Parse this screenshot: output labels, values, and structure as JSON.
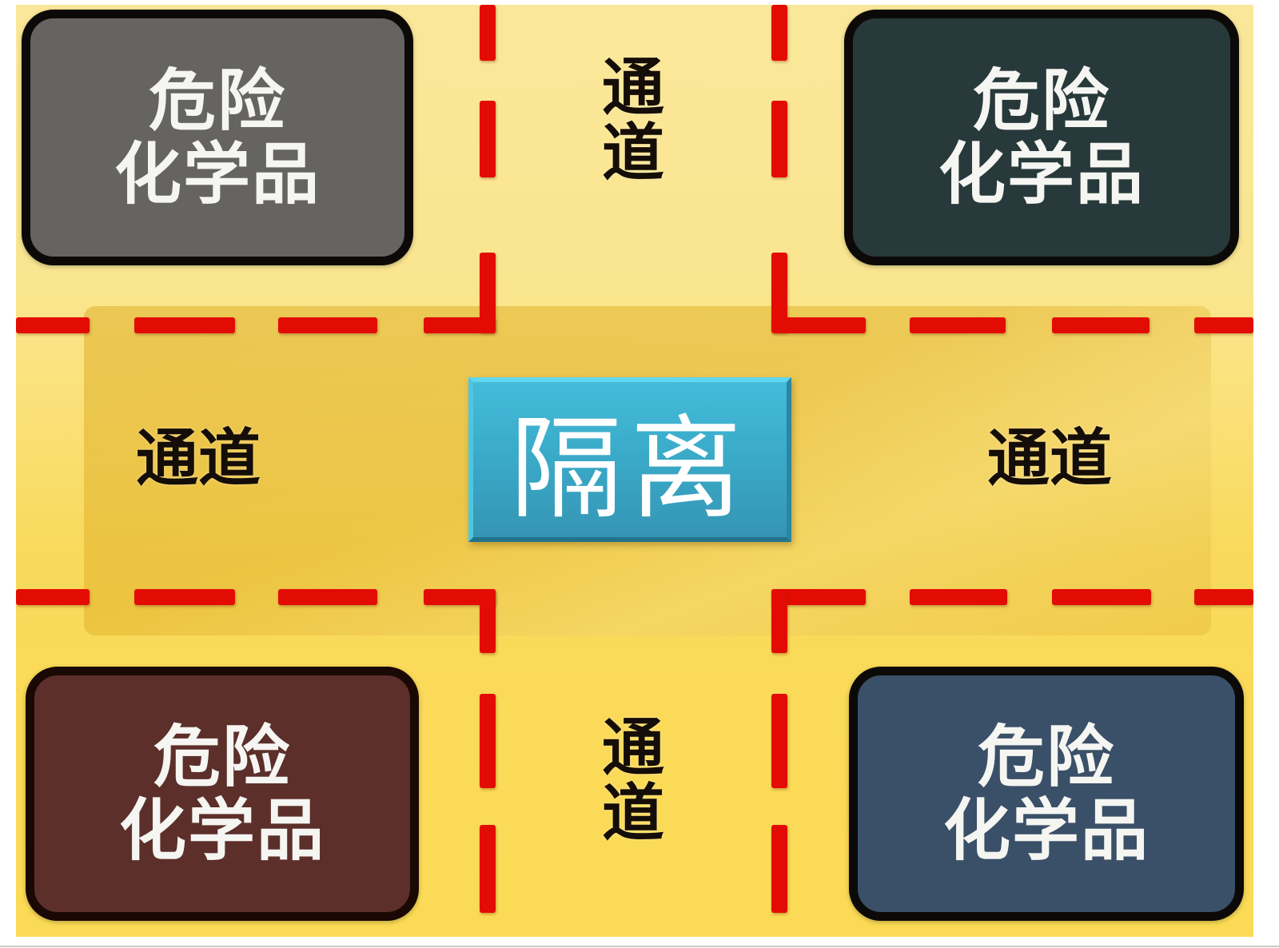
{
  "diagram": {
    "type": "storage-layout",
    "background_color": "#fae68f",
    "boundary_line_color": "#e30c05",
    "hazard_boxes": [
      {
        "id": "top-left",
        "line1": "危险",
        "line2": "化学品",
        "fill": "#666462"
      },
      {
        "id": "top-right",
        "line1": "危险",
        "line2": "化学品",
        "fill": "#27393a"
      },
      {
        "id": "bottom-left",
        "line1": "危险",
        "line2": "化学品",
        "fill": "#5c2f2a"
      },
      {
        "id": "bottom-right",
        "line1": "危险",
        "line2": "化学品",
        "fill": "#3a5068"
      }
    ],
    "passages": {
      "top": "通道",
      "bottom": "通道",
      "left": "通道",
      "right": "通道"
    },
    "center": {
      "label": "隔离",
      "fill": "#3aa9c8"
    }
  }
}
